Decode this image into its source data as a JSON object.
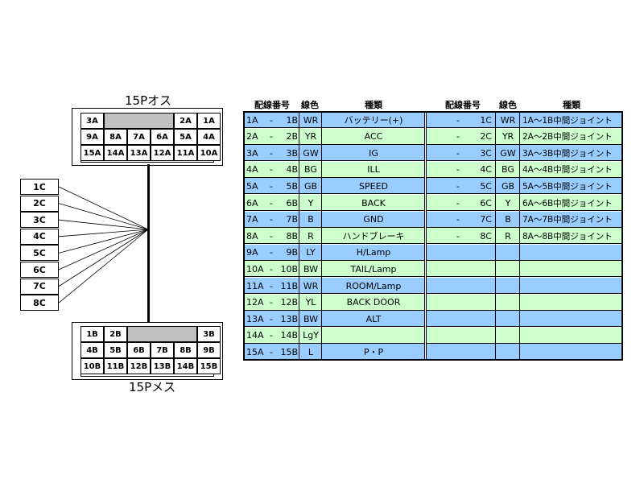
{
  "male_connector": {
    "title": "15Pオス",
    "pins_row1": [
      "3A",
      "",
      "2A",
      "1A"
    ],
    "pins_row2": [
      "9A",
      "8A",
      "7A",
      "6A",
      "5A",
      "4A"
    ],
    "pins_row3": [
      "15A",
      "14A",
      "13A",
      "12A",
      "11A",
      "10A"
    ]
  },
  "female_connector": {
    "title": "15Pメス",
    "pins_row1": [
      "1B",
      "2B",
      "",
      "3B"
    ],
    "pins_row2": [
      "4B",
      "5B",
      "6B",
      "7B",
      "8B",
      "9B"
    ],
    "pins_row3": [
      "10B",
      "11B",
      "12B",
      "13B",
      "14B",
      "15B"
    ]
  },
  "c_pins": [
    "1C",
    "2C",
    "3C",
    "4C",
    "5C",
    "6C",
    "7C",
    "8C"
  ],
  "table": {
    "headers_left": [
      "配線番号",
      "線色",
      "種類"
    ],
    "headers_right": [
      "配線番号",
      "線色",
      "種類"
    ],
    "rows": [
      {
        "a": "1A",
        "b": "1B",
        "color": "WR",
        "type": "バッテリー(+)",
        "r_no": "1C",
        "r_color": "WR",
        "r_type": "1A〜1B中間ジョイント",
        "bg": "#99ccff"
      },
      {
        "a": "2A",
        "b": "2B",
        "color": "YR",
        "type": "ACC",
        "r_no": "2C",
        "r_color": "YR",
        "r_type": "2A〜2B中間ジョイント",
        "bg": "#ccffcc"
      },
      {
        "a": "3A",
        "b": "3B",
        "color": "GW",
        "type": "IG",
        "r_no": "3C",
        "r_color": "GW",
        "r_type": "3A〜3B中間ジョイント",
        "bg": "#99ccff"
      },
      {
        "a": "4A",
        "b": "4B",
        "color": "BG",
        "type": "ILL",
        "r_no": "4C",
        "r_color": "BG",
        "r_type": "4A〜4B中間ジョイント",
        "bg": "#ccffcc"
      },
      {
        "a": "5A",
        "b": "5B",
        "color": "GB",
        "type": "SPEED",
        "r_no": "5C",
        "r_color": "GB",
        "r_type": "5A〜5B中間ジョイント",
        "bg": "#99ccff"
      },
      {
        "a": "6A",
        "b": "6B",
        "color": "Y",
        "type": "BACK",
        "r_no": "6C",
        "r_color": "Y",
        "r_type": "6A〜6B中間ジョイント",
        "bg": "#ccffcc"
      },
      {
        "a": "7A",
        "b": "7B",
        "color": "B",
        "type": "GND",
        "r_no": "7C",
        "r_color": "B",
        "r_type": "7A〜7B中間ジョイント",
        "bg": "#99ccff"
      },
      {
        "a": "8A",
        "b": "8B",
        "color": "R",
        "type": "ハンドブレーキ",
        "r_no": "8C",
        "r_color": "R",
        "r_type": "8A〜8B中間ジョイント",
        "bg": "#ccffcc"
      },
      {
        "a": "9A",
        "b": "9B",
        "color": "LY",
        "type": "H/Lamp",
        "r_no": "",
        "r_color": "",
        "r_type": "",
        "bg": "#99ccff"
      },
      {
        "a": "10A",
        "b": "10B",
        "color": "BW",
        "type": "TAIL/Lamp",
        "r_no": "",
        "r_color": "",
        "r_type": "",
        "bg": "#ccffcc"
      },
      {
        "a": "11A",
        "b": "11B",
        "color": "WR",
        "type": "ROOM/Lamp",
        "r_no": "",
        "r_color": "",
        "r_type": "",
        "bg": "#99ccff"
      },
      {
        "a": "12A",
        "b": "12B",
        "color": "YL",
        "type": "BACK DOOR",
        "r_no": "",
        "r_color": "",
        "r_type": "",
        "bg": "#ccffcc"
      },
      {
        "a": "13A",
        "b": "13B",
        "color": "BW",
        "type": "ALT",
        "r_no": "",
        "r_color": "",
        "r_type": "",
        "bg": "#99ccff"
      },
      {
        "a": "14A",
        "b": "14B",
        "color": "LgY",
        "type": "",
        "r_no": "",
        "r_color": "",
        "r_type": "",
        "bg": "#ccffcc"
      },
      {
        "a": "15A",
        "b": "15B",
        "color": "L",
        "type": "P・P",
        "r_no": "",
        "r_color": "",
        "r_type": "",
        "bg": "#99ccff"
      }
    ],
    "dash": "-"
  }
}
